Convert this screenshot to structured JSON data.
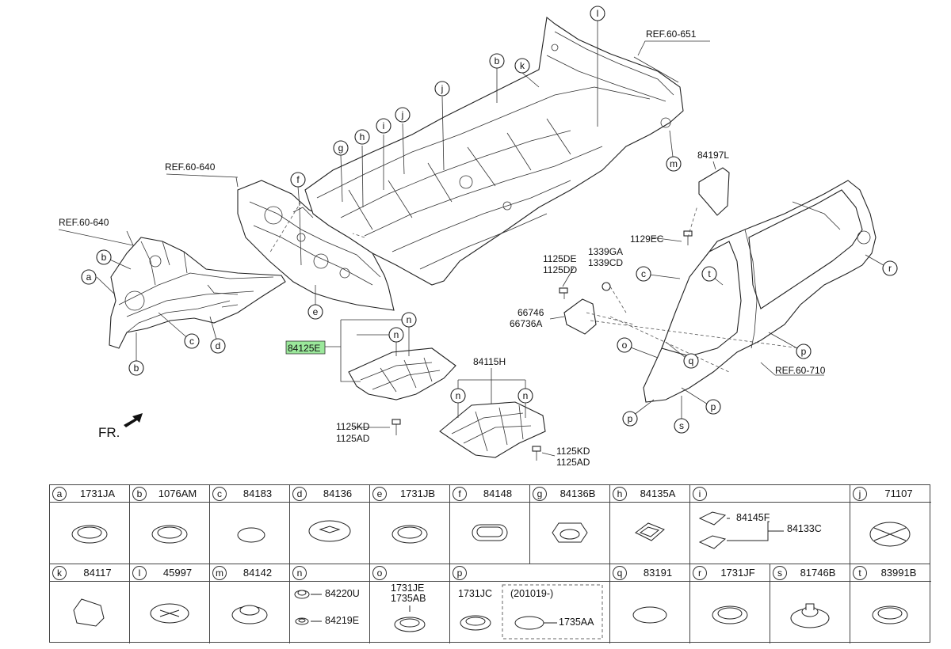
{
  "diagram": {
    "ref_labels": [
      "REF.60-640",
      "REF.60-640",
      "REF.60-651",
      "REF.60-710"
    ],
    "part_labels": [
      "84197L",
      "1129EC",
      "1339GA",
      "1339CD",
      "1125DE",
      "1125DD",
      "66746",
      "66736A",
      "84115H",
      "1125KD",
      "1125AD",
      "1125KD",
      "1125AD"
    ],
    "highlighted_part": "84125E",
    "front_marker": "FR.",
    "callouts": [
      "a",
      "b",
      "b",
      "c",
      "d",
      "e",
      "f",
      "g",
      "h",
      "i",
      "j",
      "j",
      "k",
      "l",
      "b",
      "m",
      "n",
      "n",
      "n",
      "n",
      "c",
      "o",
      "t",
      "q",
      "p",
      "p",
      "p",
      "s",
      "r"
    ]
  },
  "legend": {
    "row1": [
      {
        "letter": "a",
        "part": "1731JA"
      },
      {
        "letter": "b",
        "part": "1076AM"
      },
      {
        "letter": "c",
        "part": "84183"
      },
      {
        "letter": "d",
        "part": "84136"
      },
      {
        "letter": "e",
        "part": "1731JB"
      },
      {
        "letter": "f",
        "part": "84148"
      },
      {
        "letter": "g",
        "part": "84136B"
      },
      {
        "letter": "h",
        "part": "84135A"
      },
      {
        "letter": "i",
        "part": "",
        "sub_parts": [
          "84145F",
          "84133C"
        ]
      },
      {
        "letter": "j",
        "part": "71107"
      }
    ],
    "row2": [
      {
        "letter": "k",
        "part": "84117"
      },
      {
        "letter": "l",
        "part": "45997"
      },
      {
        "letter": "m",
        "part": "84142"
      },
      {
        "letter": "n",
        "part": "",
        "sub_parts": [
          "84220U",
          "84219E"
        ]
      },
      {
        "letter": "o",
        "part": "",
        "sub_parts": [
          "1731JE",
          "1735AB"
        ]
      },
      {
        "letter": "p",
        "part": "",
        "sub_parts": [
          "1731JC",
          "(201019-)",
          "1735AA"
        ]
      },
      {
        "letter": "q",
        "part": "83191"
      },
      {
        "letter": "r",
        "part": "1731JF"
      },
      {
        "letter": "s",
        "part": "81746B"
      },
      {
        "letter": "t",
        "part": "83991B"
      }
    ]
  },
  "colors": {
    "highlight": "#9be89b",
    "line": "#222222"
  }
}
